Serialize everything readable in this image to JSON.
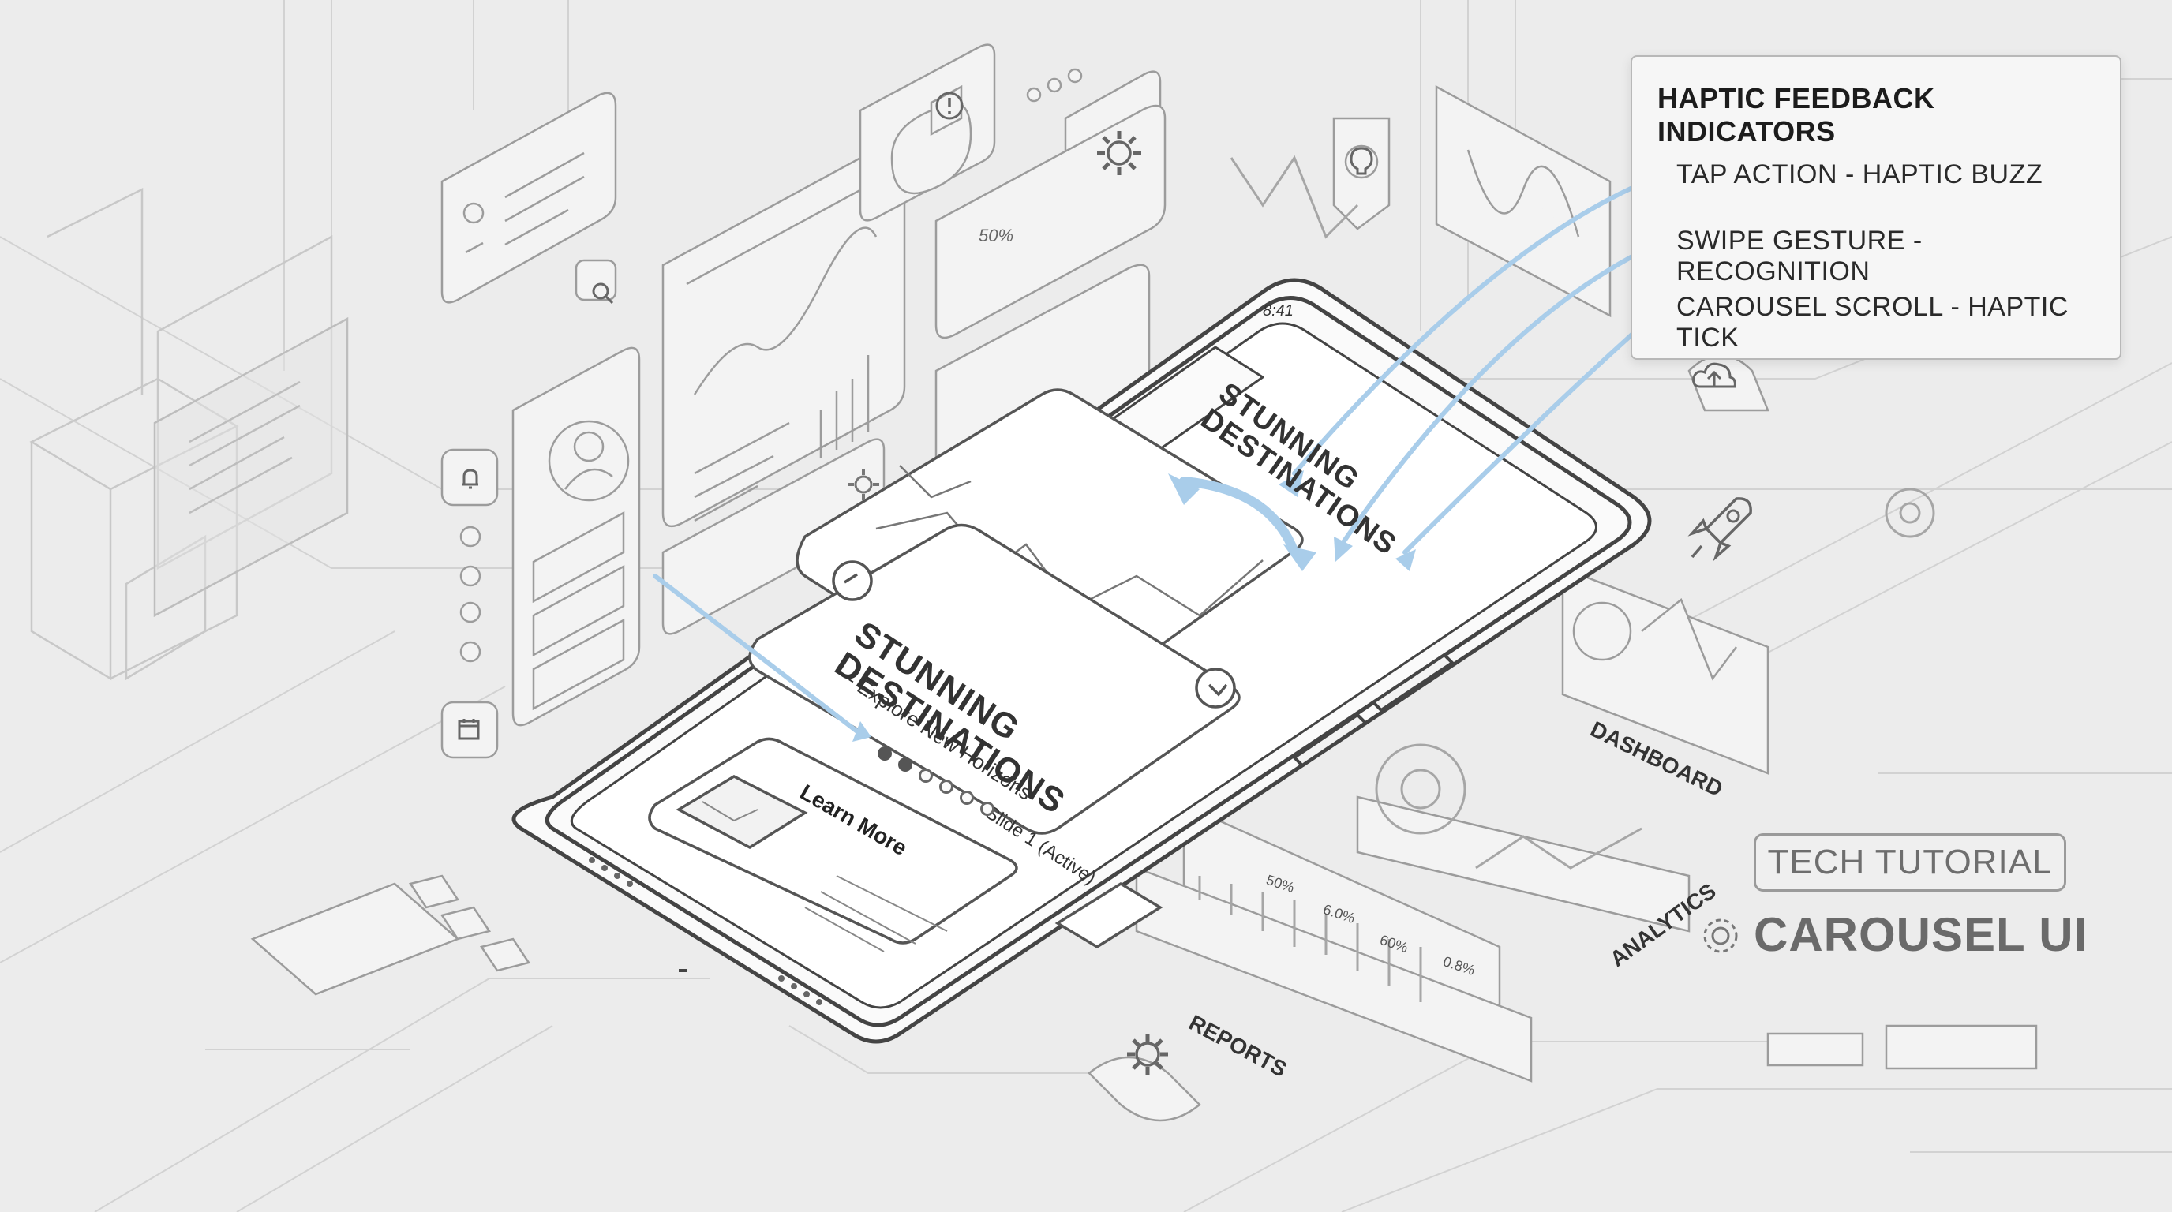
{
  "callout": {
    "title": "HAPTIC FEEDBACK INDICATORS",
    "items": [
      "TAP ACTION - HAPTIC BUZZ",
      "SWIPE GESTURE - RECOGNITION",
      "CAROUSEL SCROLL - HAPTIC TICK"
    ]
  },
  "badge": {
    "label": "TECH TUTORIAL",
    "title": "CAROUSEL UI"
  },
  "phone": {
    "time": "8:41",
    "back_card_title": "STUNNING DESTINATIONS",
    "card_title": "STUNNING DESTINATIONS",
    "card_subtitle": "- Explore New Horizons",
    "learn_more": "Learn More",
    "slide_status": "Slide 1 (Active)",
    "active_dot_count": 2,
    "dot_count": 6
  },
  "panels": {
    "dashboard": "DASHBOARD",
    "analytics": "ANALYTICS",
    "reports": "REPORTS",
    "gauge": "50%",
    "report_values": [
      "50%",
      "6.0%",
      "60%",
      "0.8%"
    ]
  },
  "colors": {
    "arrow": "#a9cdea",
    "line": "#9a9a9a",
    "bg": "#ececec"
  },
  "icons": [
    "search-icon",
    "bell-icon",
    "user-icon",
    "gear-icon",
    "lightbulb-icon",
    "upload-cloud-icon",
    "rocket-icon",
    "calendar-icon",
    "location-icon",
    "chart-icon"
  ]
}
